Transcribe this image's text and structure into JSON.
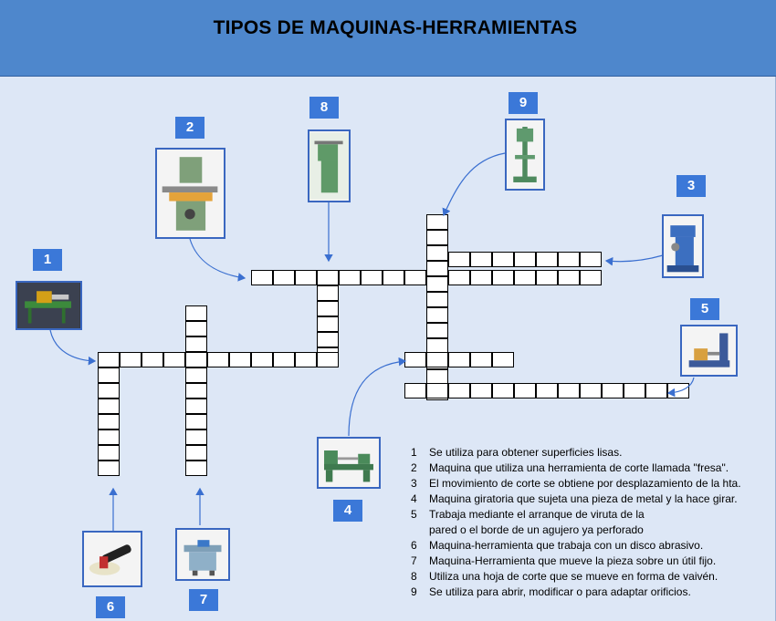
{
  "title": "TIPOS DE MAQUINAS-HERRAMIENTAS",
  "colors": {
    "header": "#4e87cc",
    "background": "#dde7f6",
    "badge": "#3b78d8",
    "arrow": "#3a6fd0"
  },
  "badges": [
    "1",
    "2",
    "3",
    "4",
    "5",
    "6",
    "7",
    "8",
    "9"
  ],
  "pictures": [
    {
      "n": "1",
      "icon": "band-saw-icon"
    },
    {
      "n": "2",
      "icon": "milling-machine-icon"
    },
    {
      "n": "3",
      "icon": "shaper-machine-icon"
    },
    {
      "n": "4",
      "icon": "lathe-icon"
    },
    {
      "n": "5",
      "icon": "boring-machine-icon"
    },
    {
      "n": "6",
      "icon": "angle-grinder-icon"
    },
    {
      "n": "7",
      "icon": "planer-icon"
    },
    {
      "n": "8",
      "icon": "power-hacksaw-icon"
    },
    {
      "n": "9",
      "icon": "drill-press-icon"
    }
  ],
  "clues": [
    {
      "n": "1",
      "text": "Se utiliza para obtener superficies lisas."
    },
    {
      "n": "2",
      "text": "Maquina que utiliza una herramienta de corte llamada \"fresa\"."
    },
    {
      "n": "3",
      "text": "El movimiento de corte se obtiene por desplazamiento de la hta."
    },
    {
      "n": "4",
      "text": "Maquina giratoria que sujeta una pieza de metal y la hace girar."
    },
    {
      "n": "5",
      "text": "Trabaja mediante el arranque de viruta de la"
    },
    {
      "n": "",
      "text": "pared o el borde de un agujero ya perforado"
    },
    {
      "n": "6",
      "text": "Maquina-herramienta que trabaja con un disco abrasivo."
    },
    {
      "n": "7",
      "text": "Maquina-Herramienta que mueve la pieza sobre un útil fijo."
    },
    {
      "n": "8",
      "text": "Utiliza una hoja de corte que se mueve en forma de vaivén."
    },
    {
      "n": "9",
      "text": "Se utiliza para abrir, modificar o para adaptar orificios."
    }
  ]
}
